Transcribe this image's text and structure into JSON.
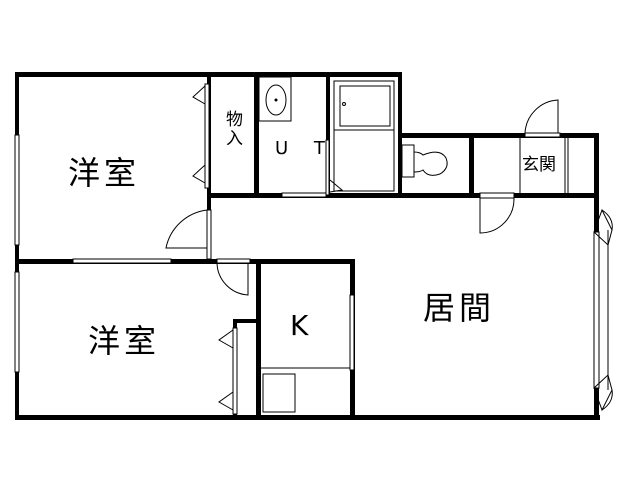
{
  "floor_plan": {
    "rooms": {
      "western_room_1": {
        "label": "洋室"
      },
      "western_room_2": {
        "label": "洋室"
      },
      "storage": {
        "label": "物入"
      },
      "utility": {
        "label": "U T"
      },
      "entrance": {
        "label": "玄関"
      },
      "living": {
        "label": "居間"
      },
      "kitchen": {
        "label": "K"
      }
    },
    "fixtures": [
      "washbasin",
      "bathtub",
      "toilet",
      "stove"
    ],
    "colors": {
      "wall": "#000000",
      "background": "#ffffff"
    }
  }
}
